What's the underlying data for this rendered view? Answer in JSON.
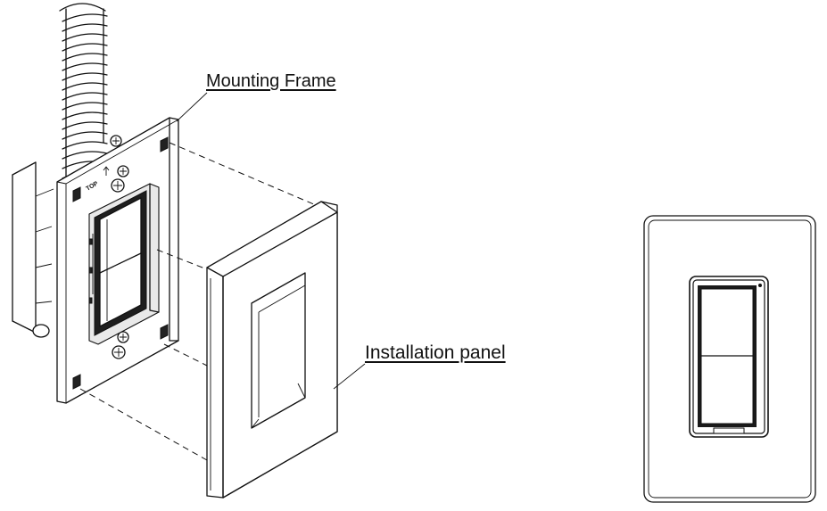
{
  "labels": {
    "mounting_frame": "Mounting Frame",
    "installation_panel": "Installation panel",
    "top_marking": "TOP"
  },
  "colors": {
    "line": "#111111",
    "background": "#ffffff"
  }
}
